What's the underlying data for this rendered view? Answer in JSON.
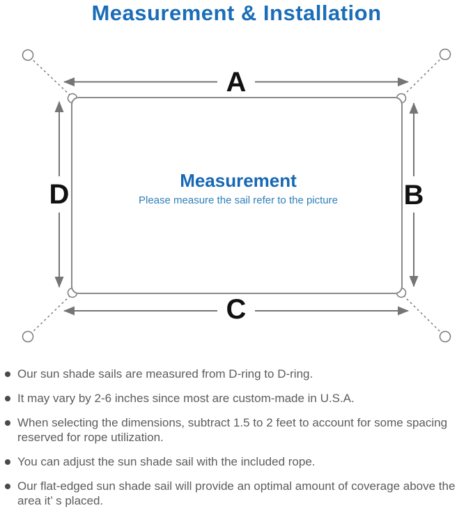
{
  "title": "Measurement & Installation",
  "diagram": {
    "labels": {
      "top": "A",
      "right": "B",
      "bottom": "C",
      "left": "D"
    },
    "center_title": "Measurement",
    "center_subtitle": "Please measure the sail refer to the picture"
  },
  "bullets": {
    "items": [
      {
        "text": "Our sun shade sails are measured from D-ring to D-ring."
      },
      {
        "text": "It may vary by 2-6 inches since most are custom-made in U.S.A."
      },
      {
        "text": "When selecting the dimensions, subtract 1.5 to 2 feet to account for some spacing reserved for rope utilization."
      },
      {
        "text": "You can adjust the sun shade sail with the included rope."
      },
      {
        "text": "Our flat-edged sun shade sail will provide an optimal amount of coverage above the area it’ s placed."
      }
    ]
  },
  "colors": {
    "title_blue": "#1a6db8",
    "center_title_blue": "#1668b4",
    "subtitle_blue": "#2e7fb8",
    "diagram_line_gray": "#757575",
    "sail_outline_gray": "#8a8a8a",
    "bullet_text_gray": "#5c5c5c",
    "label_black": "#111111"
  }
}
